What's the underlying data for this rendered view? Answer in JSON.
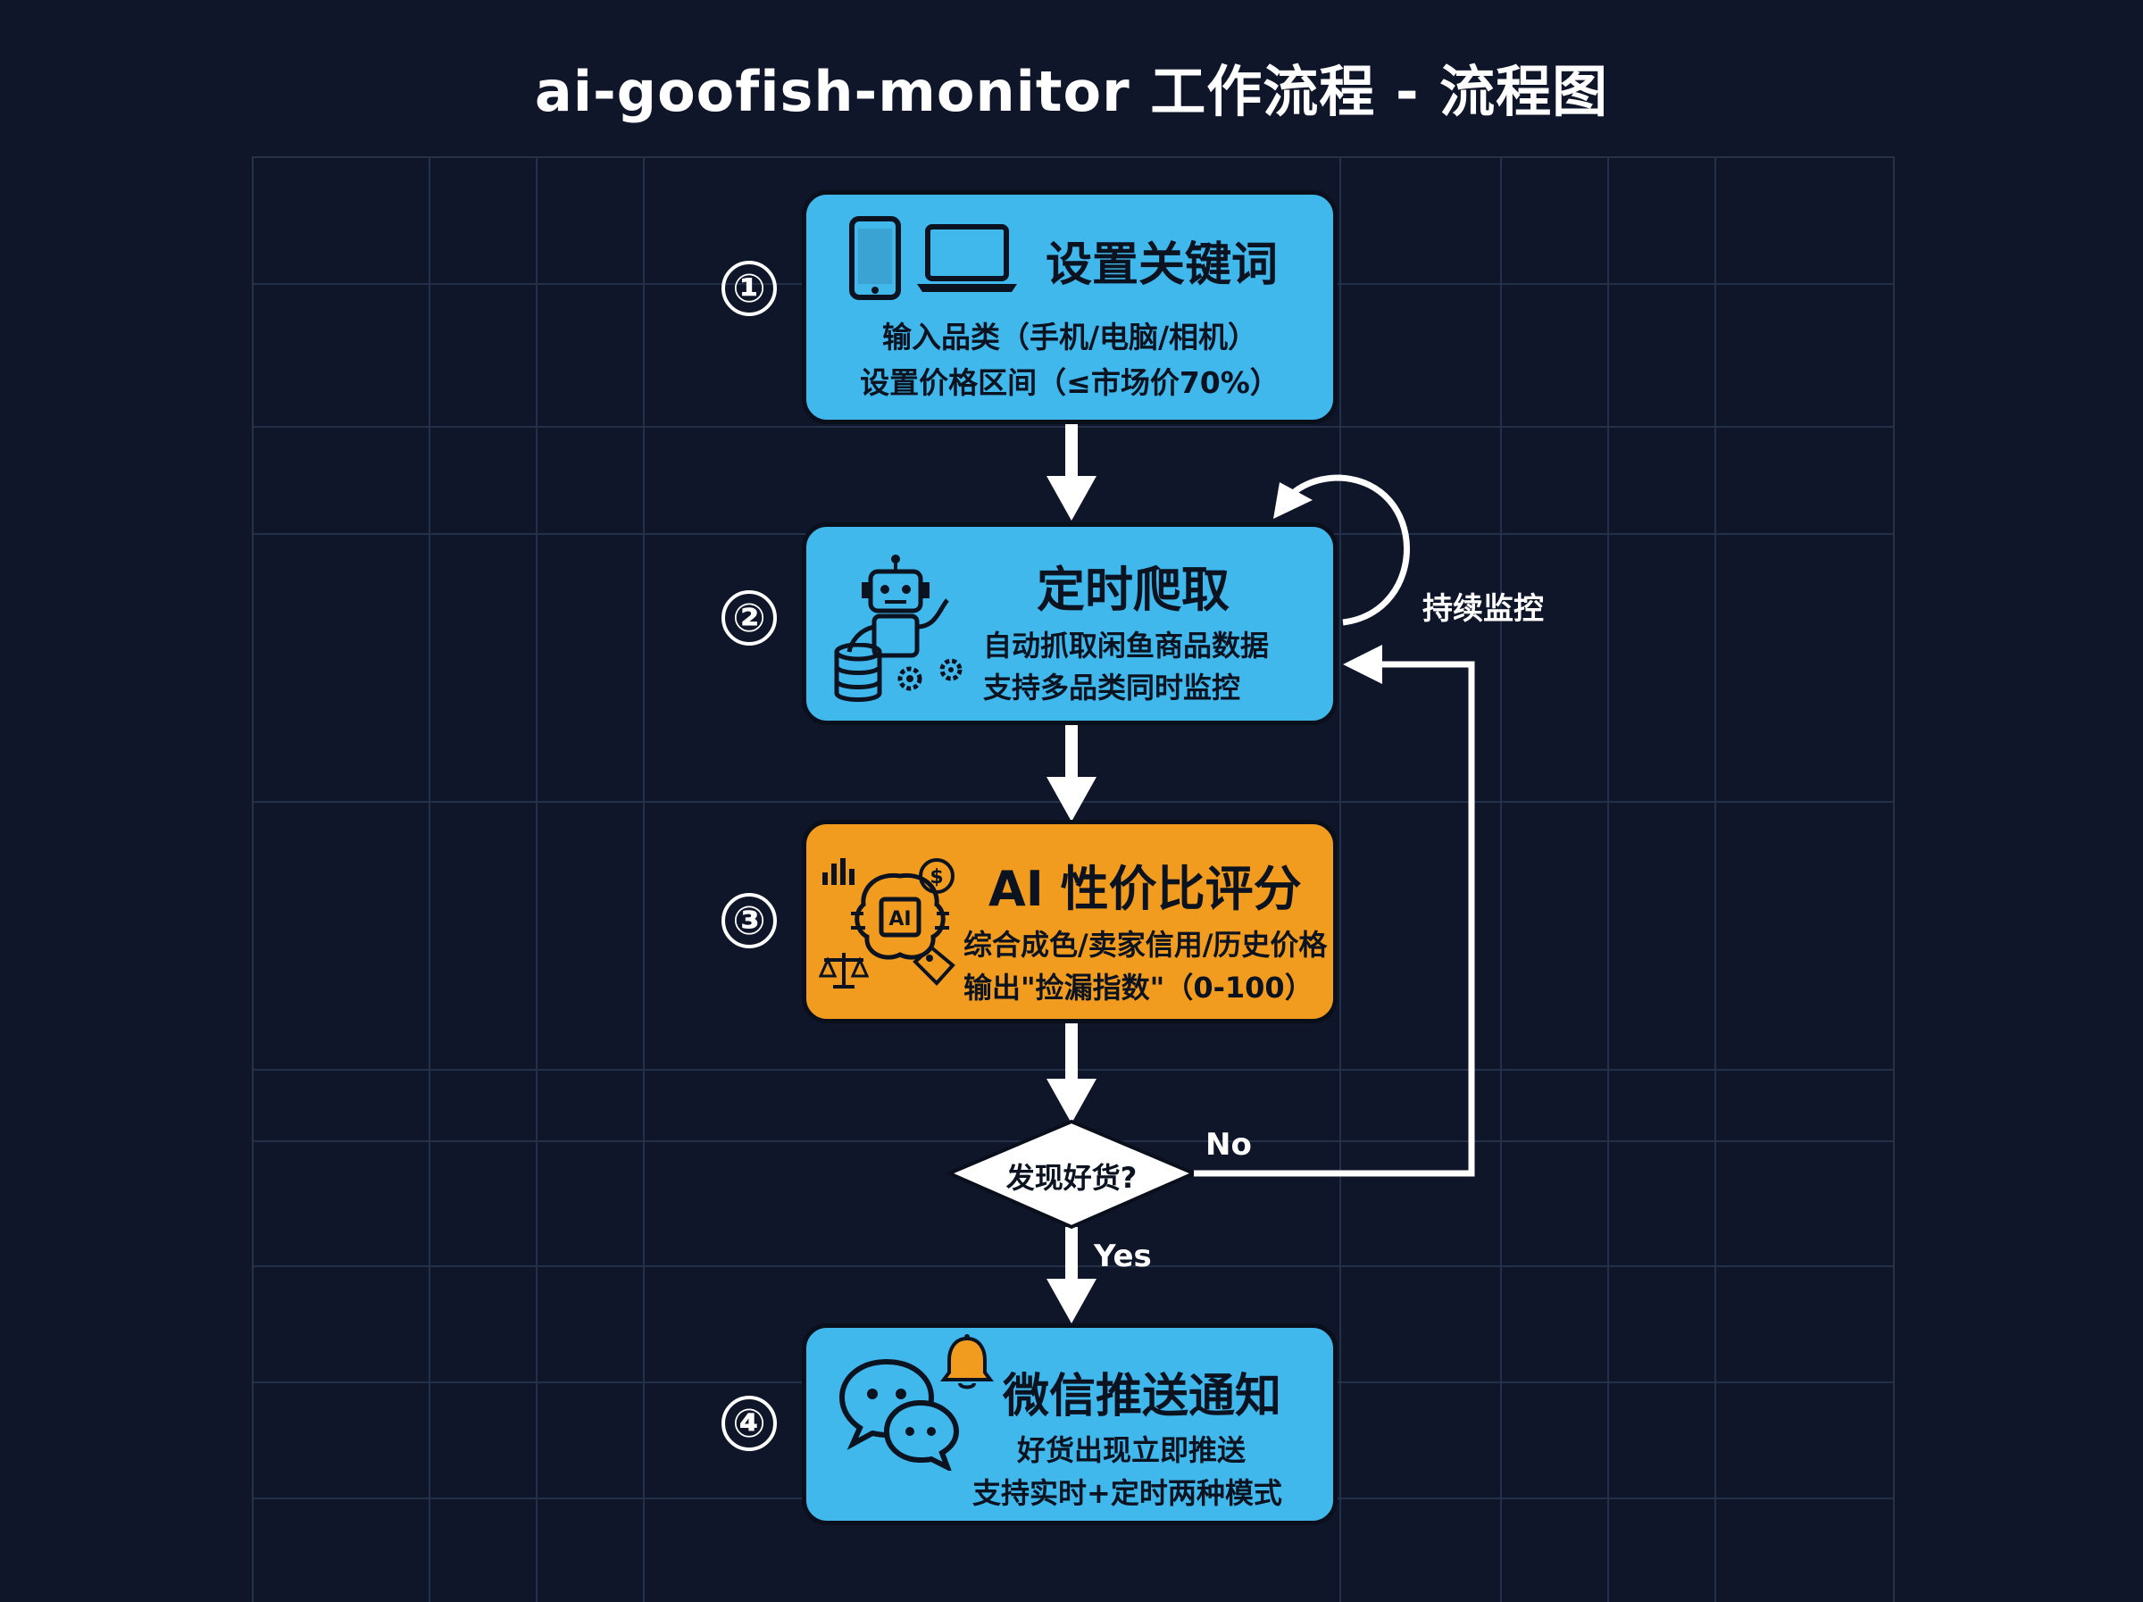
{
  "title": "ai-goofish-monitor 工作流程 - 流程图",
  "steps": [
    {
      "number": "①",
      "title": "设置关键词",
      "lines": [
        "输入品类（手机/电脑/相机）",
        "设置价格区间（≤市场价70%）"
      ],
      "color": "#41b8ec",
      "icons": [
        "smartphone-icon",
        "laptop-icon"
      ]
    },
    {
      "number": "②",
      "title": "定时爬取",
      "lines": [
        "自动抓取闲鱼商品数据",
        "支持多品类同时监控"
      ],
      "color": "#41b8ec",
      "icons": [
        "robot-icon",
        "database-icon",
        "gear-icon"
      ]
    },
    {
      "number": "③",
      "title": "AI 性价比评分",
      "lines": [
        "综合成色/卖家信用/历史价格",
        "输出\"捡漏指数\"（0-100）"
      ],
      "color": "#f29c1f",
      "icons": [
        "ai-brain-icon",
        "dollar-icon",
        "bar-chart-icon",
        "scale-icon",
        "price-tag-icon"
      ]
    },
    {
      "number": "④",
      "title": "微信推送通知",
      "lines": [
        "好货出现立即推送",
        "支持实时+定时两种模式"
      ],
      "color": "#41b8ec",
      "icons": [
        "chat-bubbles-icon",
        "bell-icon"
      ]
    }
  ],
  "decision": {
    "text": "发现好货?",
    "yes_label": "Yes",
    "no_label": "No"
  },
  "loop_label": "持续监控",
  "colors": {
    "background": "#0f1629",
    "box_blue": "#41b8ec",
    "box_orange": "#f29c1f",
    "arrow": "#ffffff"
  }
}
